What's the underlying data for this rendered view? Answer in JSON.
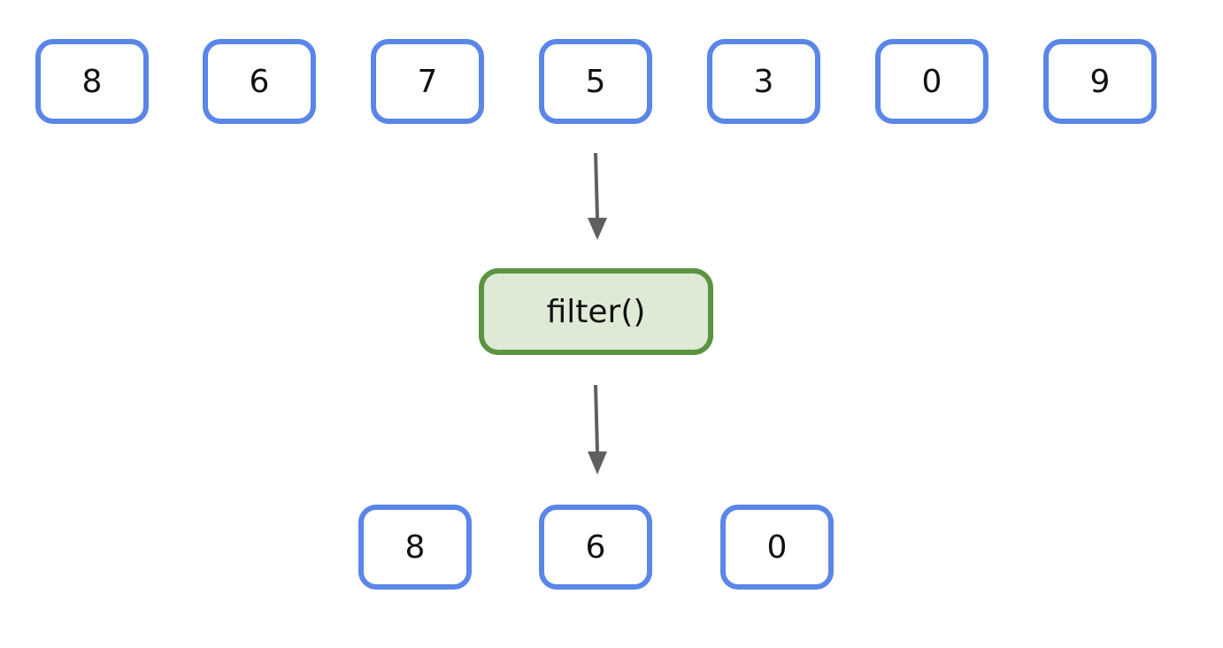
{
  "input_values": [
    "8",
    "6",
    "7",
    "5",
    "3",
    "0",
    "9"
  ],
  "function_label": "filter()",
  "output_values": [
    "8",
    "6",
    "0"
  ],
  "colors": {
    "item_border": "#5a86e8",
    "function_border": "#5b9441",
    "function_fill": "#dfead6",
    "arrow": "#5f5f5f"
  }
}
